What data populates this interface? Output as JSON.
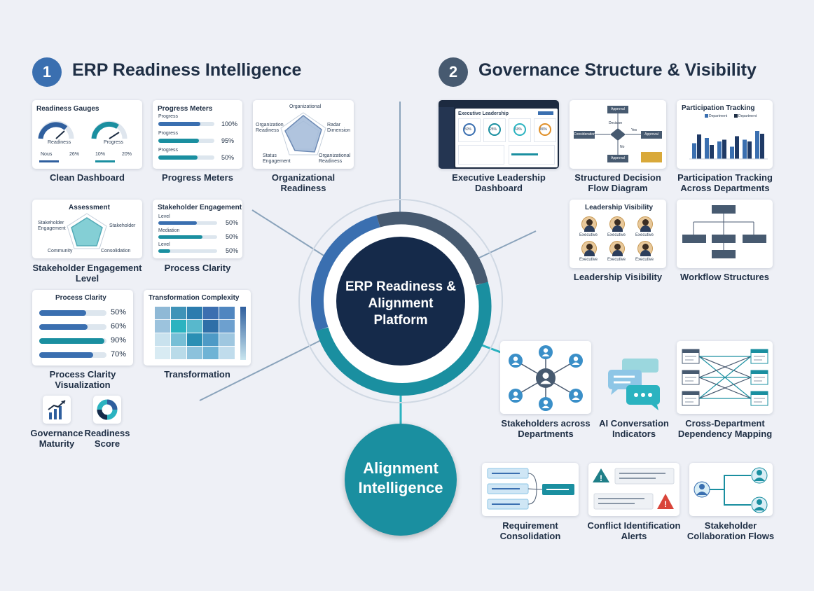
{
  "section1": {
    "number": "1",
    "title": "ERP Readiness Intelligence"
  },
  "section2": {
    "number": "2",
    "title": "Governance Structure & Visibility"
  },
  "center": {
    "title": "ERP Readiness & Alignment Platform",
    "alignment": "Alignment Intelligence"
  },
  "colors": {
    "navy": "#152a4a",
    "teal": "#1a8fa0",
    "blue": "#3a6fb0",
    "slate": "#475a70",
    "accent": "#2bb3c0"
  },
  "left_cards": {
    "gauges": {
      "title": "Readiness Gauges",
      "g1": "Readiness",
      "g2": "Progress",
      "legend": [
        "Nous",
        "26%",
        "10%",
        "20%"
      ],
      "caption": "Clean Dashboard"
    },
    "meters": {
      "title": "Progress Meters",
      "rows": [
        {
          "label": "Progress",
          "value": "100%",
          "fill": 0.75
        },
        {
          "label": "Progress",
          "value": "95%",
          "fill": 0.72
        },
        {
          "label": "Progress",
          "value": "50%",
          "fill": 0.7
        }
      ],
      "caption": "Progress Meters"
    },
    "org": {
      "labels": [
        "Organizational",
        "Organization Readiness",
        "Radar Dimension",
        "Status Engagement",
        "Organizational Readiness"
      ],
      "caption": "Organizational Readiness"
    },
    "assessment": {
      "title": "Assessment",
      "labels": [
        "Stakeholder Engagement",
        "Stakeholder",
        "Community",
        "Consolidation"
      ],
      "caption": "Stakeholder Engagement Level"
    },
    "engagement": {
      "title": "Stakeholder Engagement",
      "rows": [
        {
          "label": "Level",
          "value": "50%",
          "fill": 0.65
        },
        {
          "label": "Mediation",
          "value": "50%",
          "fill": 0.75
        },
        {
          "label": "Level",
          "value": "50%",
          "fill": 0.2
        }
      ],
      "caption": "Process Clarity"
    },
    "clarity": {
      "title": "Process Clarity",
      "rows": [
        {
          "value": "50%",
          "fill": 0.7
        },
        {
          "value": "60%",
          "fill": 0.72
        },
        {
          "value": "90%",
          "fill": 0.97
        },
        {
          "value": "70%",
          "fill": 0.8
        }
      ],
      "caption": "Process Clarity Visualization"
    },
    "complexity": {
      "title": "Transformation Complexity",
      "caption": "Transformation"
    },
    "icons": [
      {
        "caption": "Governance Maturity",
        "icon": "chart-growth-icon"
      },
      {
        "caption": "Readiness Score",
        "icon": "donut-icon"
      }
    ]
  },
  "right_cards": {
    "exec": {
      "title": "Executive Leadership",
      "values": [
        "50%",
        "25%",
        "60%",
        "80%"
      ],
      "caption": "Executive Leadership Dashboard"
    },
    "flow": {
      "nodes": [
        "Approval",
        "Consideration",
        "Decision",
        "Yes",
        "Approval",
        "Approval",
        "No"
      ],
      "caption": "Structured Decision Flow Diagram"
    },
    "participation": {
      "title": "Participation Tracking",
      "legend": [
        "Department",
        "Department"
      ],
      "caption": "Participation Tracking Across Departments"
    },
    "leadership": {
      "title": "Leadership Visibility",
      "labels": [
        "Executive",
        "Executive",
        "Executive",
        "Executive",
        "Executive",
        "Executive"
      ],
      "caption": "Leadership Visibility"
    },
    "workflow": {
      "caption": "Workflow Structures"
    },
    "stakeholders": {
      "caption": "Stakeholders across Departments"
    },
    "ai": {
      "caption": "AI Conversation Indicators"
    },
    "dependency": {
      "caption": "Cross-Department Dependency Mapping"
    },
    "requirement": {
      "caption": "Requirement Consolidation"
    },
    "conflict": {
      "caption": "Conflict Identification Alerts"
    },
    "collab": {
      "caption": "Stakeholder Collaboration Flows"
    }
  }
}
